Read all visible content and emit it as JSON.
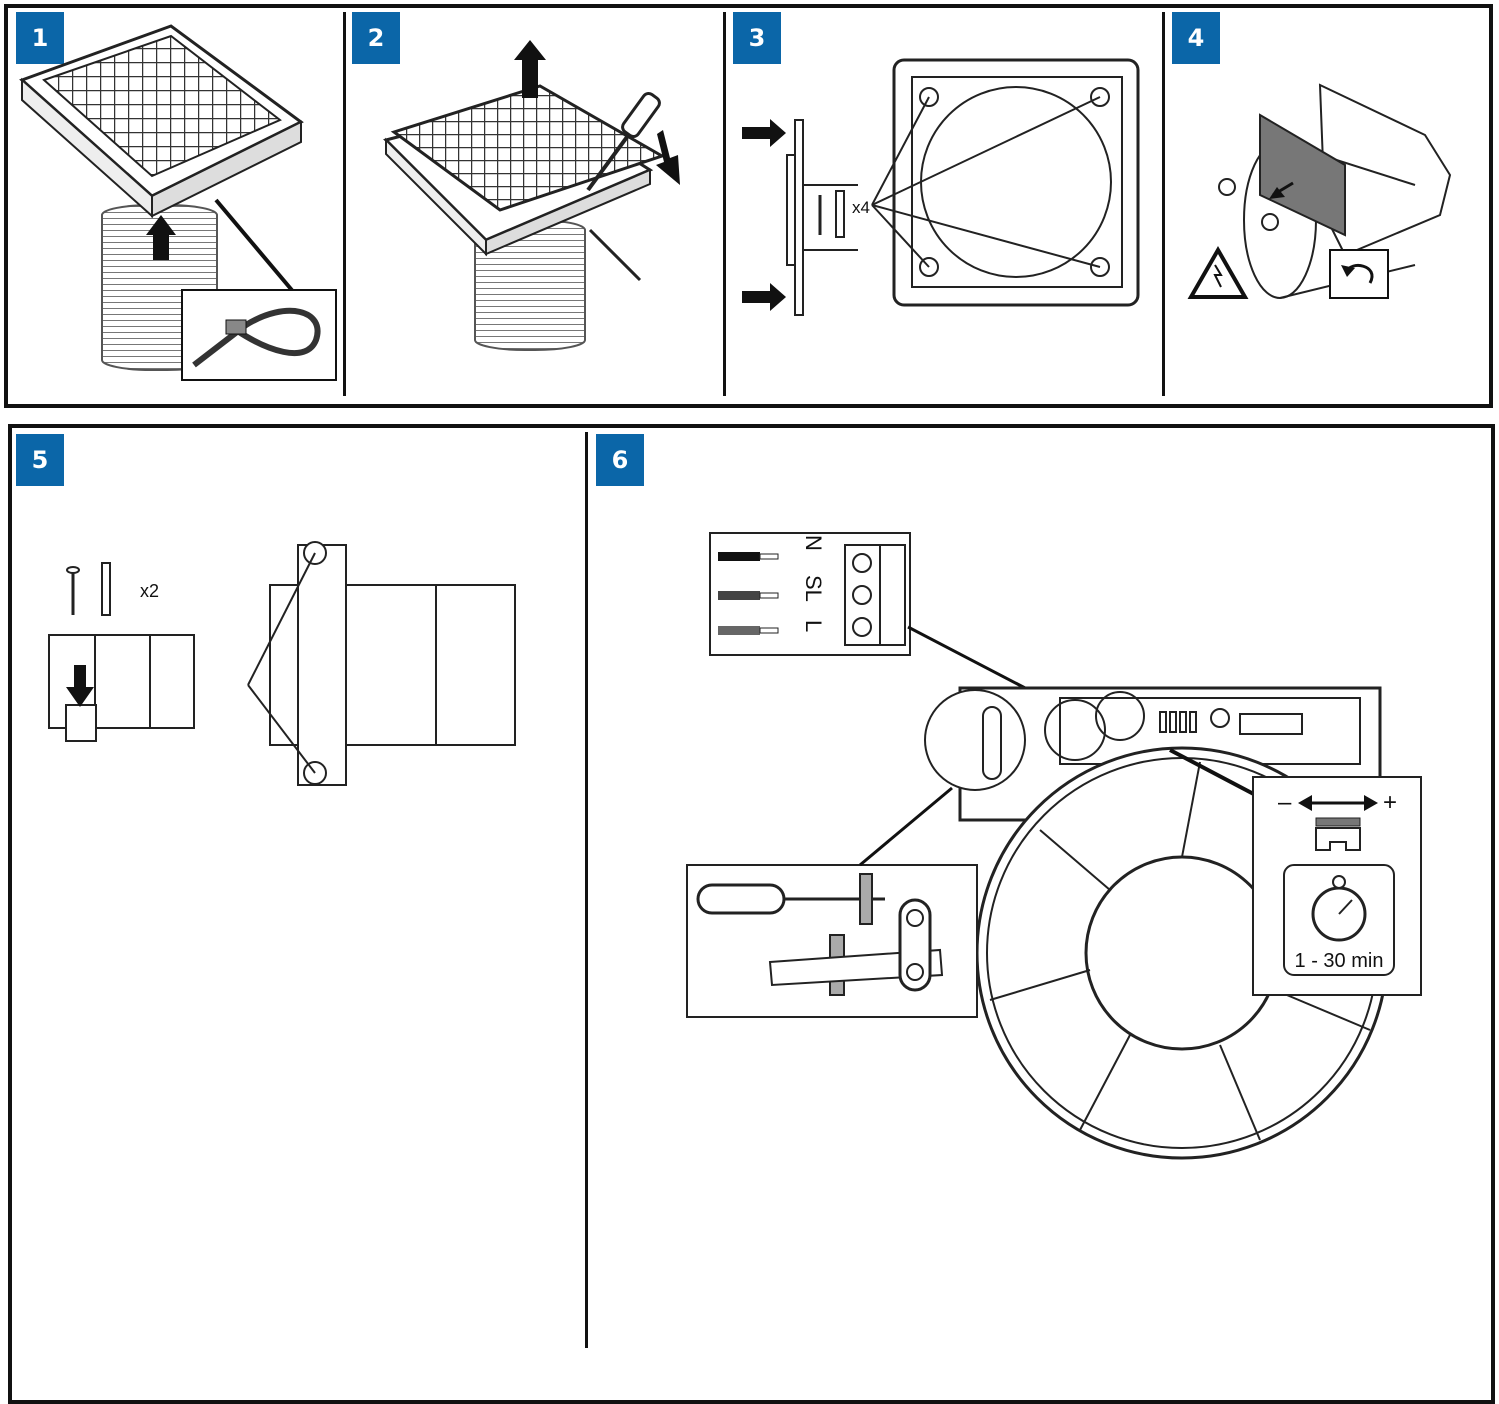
{
  "steps": [
    {
      "number": "1"
    },
    {
      "number": "2"
    },
    {
      "number": "3"
    },
    {
      "number": "4"
    },
    {
      "number": "5"
    },
    {
      "number": "6"
    }
  ],
  "step3": {
    "quantity_label": "x4"
  },
  "step5": {
    "quantity_label": "x2"
  },
  "step6": {
    "terminal_labels": [
      "N",
      "SL",
      "L"
    ],
    "timer_minus": "–",
    "timer_plus": "+",
    "timer_range": "1 - 30 min"
  },
  "colors": {
    "badge": "#0b66a8",
    "line": "#111111"
  }
}
